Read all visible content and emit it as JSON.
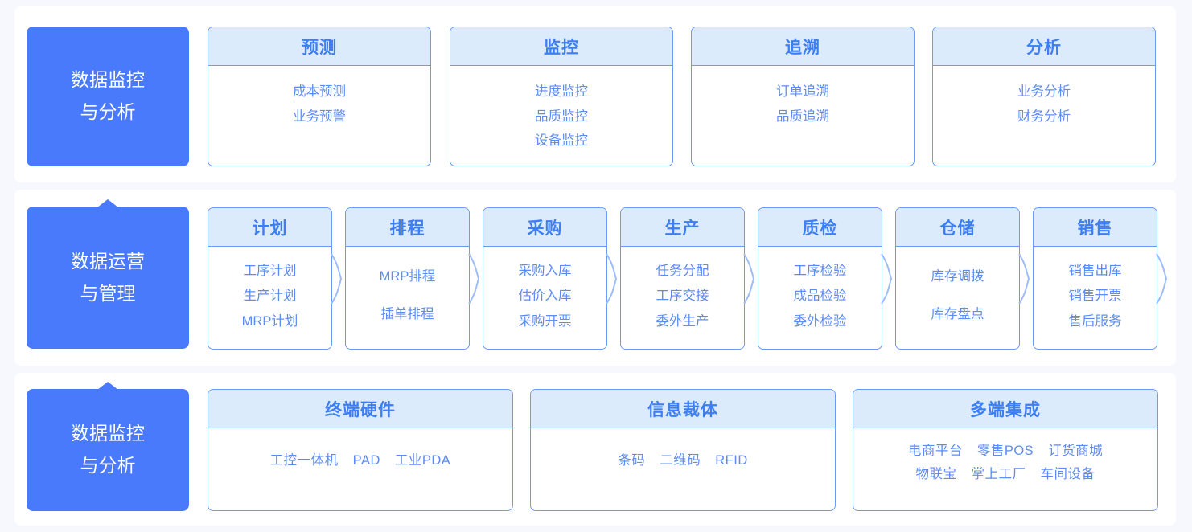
{
  "background": "#f7f8fd",
  "colors": {
    "accent": "#4a7afc",
    "card_border": "#6a9bf5",
    "card_header_bg": "#dcebfb",
    "header_text": "#3d7ef5",
    "body_text": "#5d8bf4",
    "panel_bg": "#ffffff"
  },
  "rows": [
    {
      "label": "数据监控\n与分析",
      "has_notch": false,
      "cards": [
        {
          "title": "预测",
          "items": [
            "成本预测",
            "业务预警"
          ]
        },
        {
          "title": "监控",
          "items": [
            "进度监控",
            "品质监控",
            "设备监控"
          ]
        },
        {
          "title": "追溯",
          "items": [
            "订单追溯",
            "品质追溯"
          ]
        },
        {
          "title": "分析",
          "items": [
            "业务分析",
            "财务分析"
          ]
        }
      ]
    },
    {
      "label": "数据运营\n与管理",
      "has_notch": true,
      "cards": [
        {
          "title": "计划",
          "items": [
            "工序计划",
            "生产计划",
            "MRP计划"
          ]
        },
        {
          "title": "排程",
          "items": [
            "MRP排程",
            "插单排程"
          ]
        },
        {
          "title": "采购",
          "items": [
            "采购入库",
            "估价入库",
            "采购开票"
          ]
        },
        {
          "title": "生产",
          "items": [
            "任务分配",
            "工序交接",
            "委外生产"
          ]
        },
        {
          "title": "质检",
          "items": [
            "工序检验",
            "成品检验",
            "委外检验"
          ]
        },
        {
          "title": "仓储",
          "items": [
            "库存调拨",
            "库存盘点"
          ]
        },
        {
          "title": "销售",
          "items": [
            "销售出库",
            "销售开票",
            "售后服务"
          ]
        }
      ]
    },
    {
      "label": "数据监控\n与分析",
      "has_notch": true,
      "cards": [
        {
          "title": "终端硬件",
          "items": [
            [
              "工控一体机",
              "PAD",
              "工业PDA"
            ]
          ]
        },
        {
          "title": "信息裁体",
          "items": [
            [
              "条码",
              "二维码",
              "RFID"
            ]
          ]
        },
        {
          "title": "多端集成",
          "items": [
            [
              "电商平台",
              "零售POS",
              "订货商城"
            ],
            [
              "物联宝",
              "掌上工厂",
              "车间设备"
            ]
          ]
        }
      ]
    }
  ]
}
